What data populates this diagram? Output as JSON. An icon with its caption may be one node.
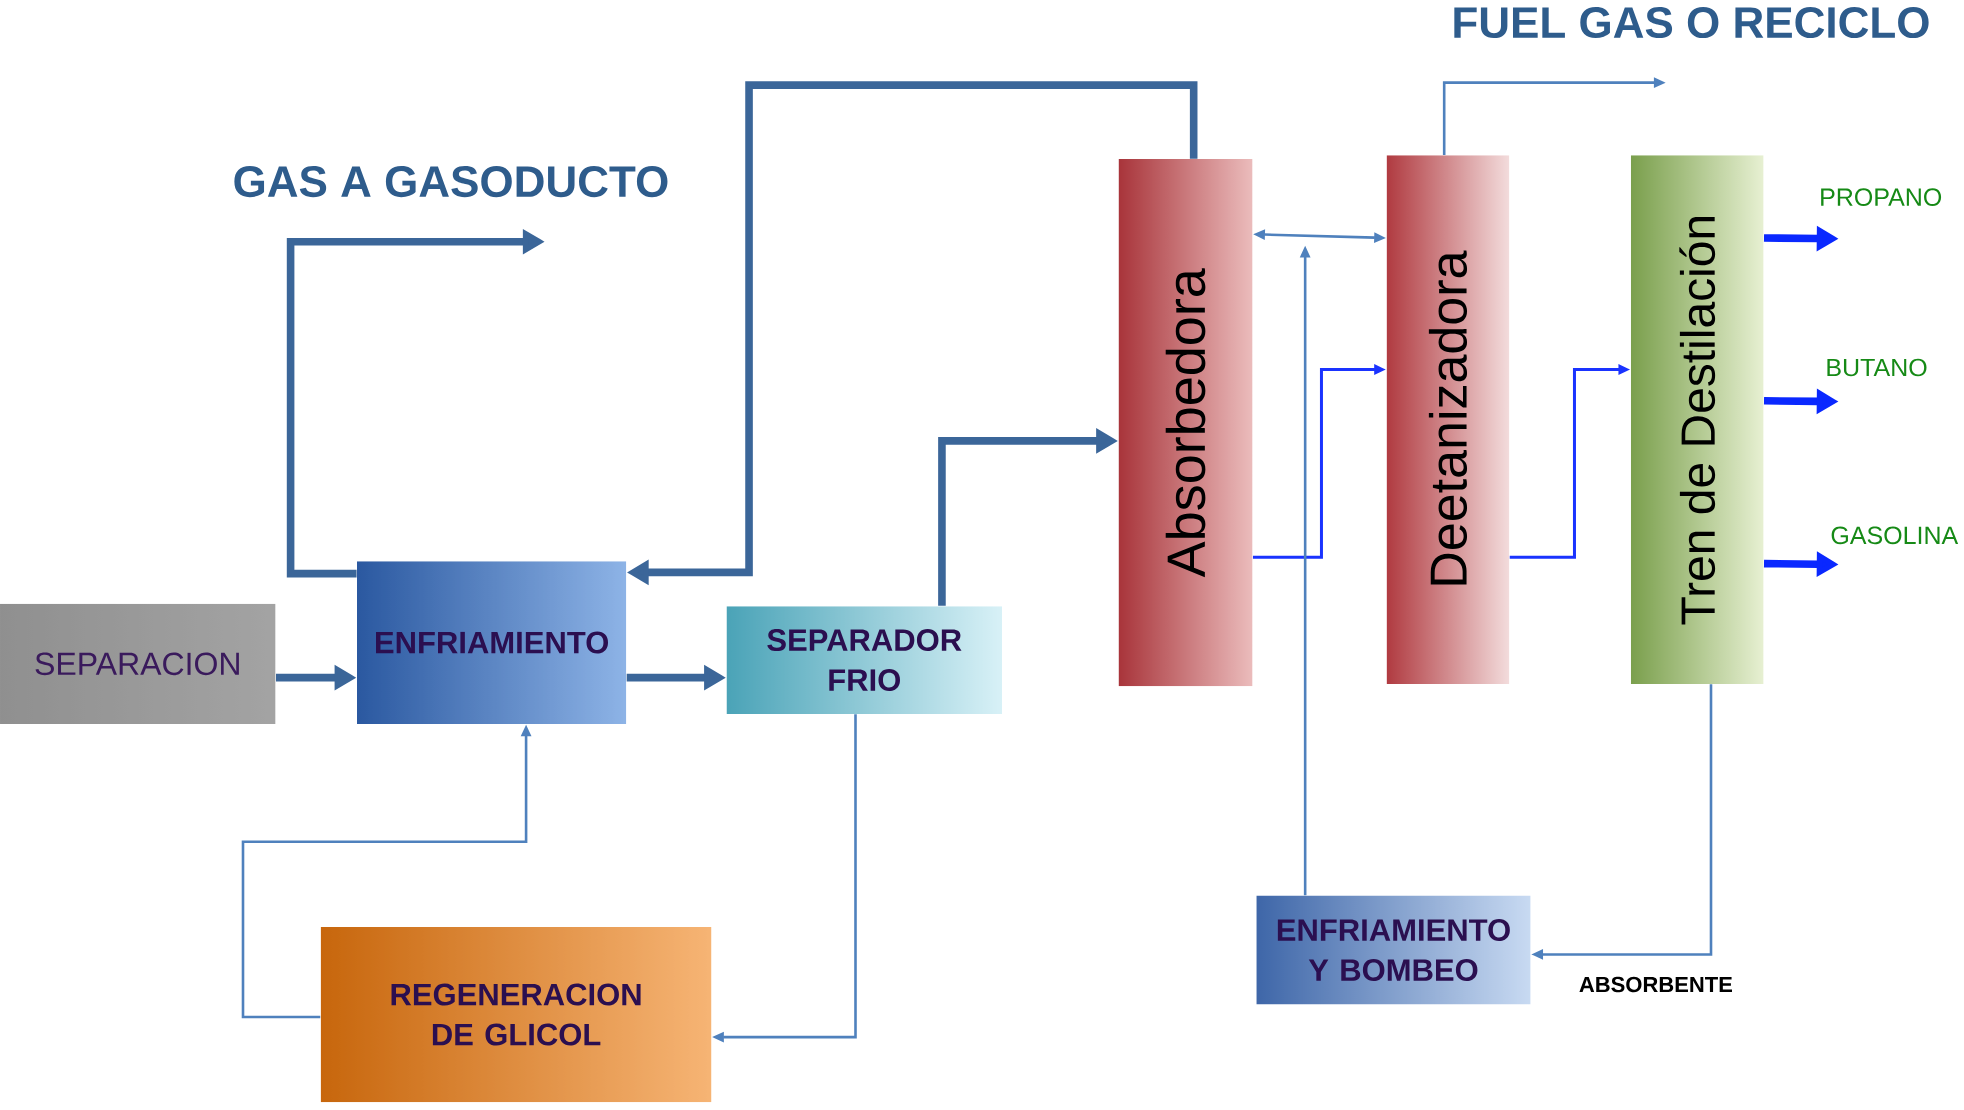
{
  "diagram": {
    "nodes": [
      {
        "text": [
          "SEPARACION"
        ]
      },
      {
        "text": [
          "ENFRIAMIENTO"
        ]
      },
      {
        "text": [
          "SEPARADOR FRIO"
        ]
      },
      {
        "text": [
          "REGENERACION DE GLICOL"
        ]
      },
      {
        "text": [
          "Absorbedora"
        ]
      },
      {
        "text": [
          "Deetanizadora"
        ]
      },
      {
        "text": [
          "Tren de Destilación"
        ]
      },
      {
        "text": [
          "ENFRIAMIENTO Y BOMBEO"
        ]
      },
      {
        "text": [
          "PROPANO"
        ]
      },
      {
        "text": [
          "BUTANO"
        ]
      },
      {
        "text": [
          "GASOLINA"
        ]
      }
    ],
    "edges": [
      {
        "from": 0,
        "to": 1,
        "arrow": "to",
        "style": "thick",
        "color": "#3b6699"
      },
      {
        "from": 1,
        "to": 2,
        "arrow": "to",
        "style": "thick",
        "color": "#3b6699"
      },
      {
        "from": 1,
        "to": null,
        "arrow": "to",
        "style": "thick",
        "color": "#3b6699"
      },
      {
        "from": 4,
        "to": 1,
        "arrow": "to",
        "style": "thick",
        "color": "#3b6699"
      },
      {
        "from": 2,
        "to": 4,
        "arrow": "to",
        "style": "thick",
        "color": "#3b6699"
      },
      {
        "from": 2,
        "to": 3,
        "arrow": "to"
      },
      {
        "from": 3,
        "to": 1,
        "arrow": "to"
      },
      {
        "from": 4,
        "to": 5,
        "arrow": "to",
        "color": "#1a33ff"
      },
      {
        "from": 5,
        "to": 6,
        "arrow": "to",
        "color": "#1a33ff"
      },
      {
        "from": 4,
        "to": 5,
        "arrow": "both"
      },
      {
        "from": 7,
        "to": null,
        "arrow": "to"
      },
      {
        "from": 5,
        "to": null,
        "arrow": "to"
      },
      {
        "from": 6,
        "to": 8,
        "arrow": "to",
        "style": "thick",
        "color": "#0a28ff"
      },
      {
        "from": 6,
        "to": 9,
        "arrow": "to",
        "style": "thick",
        "color": "#0a28ff"
      },
      {
        "from": 6,
        "to": 10,
        "arrow": "to",
        "style": "thick",
        "color": "#0a28ff"
      },
      {
        "from": 6,
        "to": 7,
        "arrow": "to",
        "label": "ABSORBENTE"
      }
    ],
    "labels": [
      "GAS A GASODUCTO",
      "FUEL GAS O RECICLO"
    ]
  }
}
